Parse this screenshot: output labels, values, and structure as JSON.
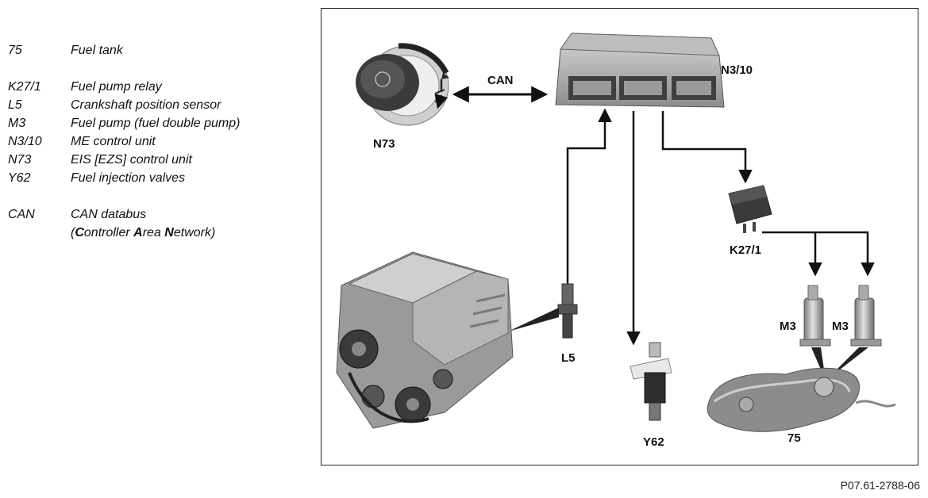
{
  "legend": [
    {
      "code": "75",
      "desc": "Fuel tank"
    },
    {
      "code": "K27/1",
      "desc": "Fuel pump relay"
    },
    {
      "code": "L5",
      "desc": "Crankshaft position sensor"
    },
    {
      "code": "M3",
      "desc": "Fuel pump (fuel double pump)"
    },
    {
      "code": "N3/10",
      "desc": "ME control unit"
    },
    {
      "code": "N73",
      "desc": "EIS [EZS] control unit"
    },
    {
      "code": "Y62",
      "desc": "Fuel injection valves"
    },
    {
      "code": "CAN",
      "desc": "CAN databus"
    }
  ],
  "can_expansion": {
    "open": "(",
    "c": "C",
    "c_rest": "ontroller ",
    "a": "A",
    "a_rest": "rea ",
    "n": "N",
    "n_rest": "etwork)"
  },
  "labels": {
    "can": "CAN",
    "n310": "N3/10",
    "n73": "N73",
    "k271": "K27/1",
    "m3_left": "M3",
    "m3_right": "M3",
    "l5": "L5",
    "y62": "Y62",
    "tank": "75"
  },
  "reference": "P07.61-2788-06"
}
